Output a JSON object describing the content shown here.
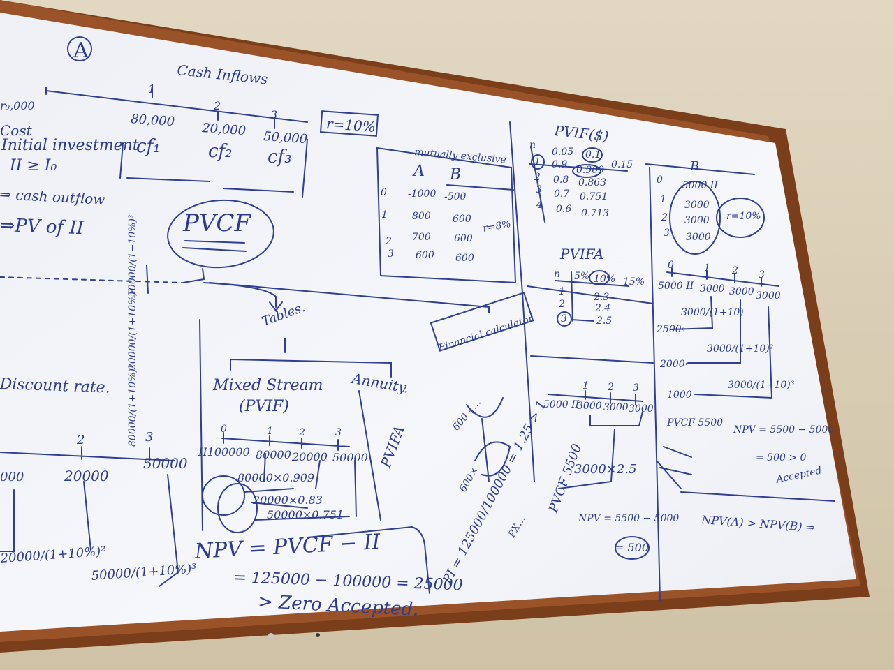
{
  "whiteboard": {
    "left": {
      "circle_label": "A",
      "cash_inflows_title": "Cash Inflows",
      "timeline_ticks": [
        "1",
        "2",
        "3"
      ],
      "cash_values": [
        "80,000",
        "20,000",
        "50,000"
      ],
      "cf_labels": [
        "cf₁",
        "cf₂",
        "cf₃"
      ],
      "rate_box": "r=10%",
      "partial_ii": "r₀,000",
      "cost_label": "Cost",
      "initial_investment": "Initial investment",
      "ii_eq": "II ≥ I₀",
      "cash_outflow": "⇒ cash outflow",
      "pv_of_ii": "⇒PV of II",
      "pvcf": "PVCF",
      "discount_rate": "Discount rate.",
      "vertical_fracs": [
        "50000/(1+10%)³",
        "20000/(1+10%)²",
        "80000/(1+10%)¹"
      ],
      "bottom_ticks": [
        "2",
        "3"
      ],
      "bottom_values": [
        "000",
        "20000",
        "50000"
      ],
      "bottom_frac_1": "20000/(1+10%)²",
      "bottom_frac_2": "50000/(1+10%)³"
    },
    "middle": {
      "tables": "Tables.",
      "mixed_stream": "Mixed Stream",
      "pvif": "(PVIF)",
      "annuity": "Annuity.",
      "pvifa": "PVIFA",
      "timeline_ticks": [
        "0",
        "1",
        "2",
        "3"
      ],
      "timeline_values": [
        "II100000",
        "80000",
        "20000",
        "50000"
      ],
      "calc_lines": [
        "80000×0.909",
        "20000×0.83",
        "50000×0.751"
      ],
      "npv_line": "NPV = PVCF − II",
      "npv_calc": "= 125000 − 100000 = 25000",
      "npv_result": "> Zero  Accepted.",
      "mutually_exclusive": "mutually exclusive",
      "col_headers": [
        "A",
        "B"
      ],
      "rows": [
        {
          "t": "0",
          "a": "-1000",
          "b": "-500"
        },
        {
          "t": "1",
          "a": "800",
          "b": "600"
        },
        {
          "t": "2",
          "a": "700",
          "b": "600"
        },
        {
          "t": "3",
          "a": "600",
          "b": "600"
        }
      ],
      "rate_note": "r=8%",
      "financial_calculator": "Financial calculator",
      "sketch_top": "600 {…",
      "sketch_bottom": "600×",
      "pi_line": "PI = 125000/100000 = 1.25 > 1",
      "pi_note": "PX…"
    },
    "right": {
      "pvif_title": "PVIF($)",
      "pvif_header": [
        "n",
        "0.05",
        "0.1",
        "0.15"
      ],
      "pvif_rows": [
        {
          "n": "1",
          "a": "0.9",
          "b": "0.909"
        },
        {
          "n": "2",
          "a": "0.8",
          "b": "0.863"
        },
        {
          "n": "3",
          "a": "0.7",
          "b": "0.751"
        },
        {
          "n": "4",
          "a": "0.6",
          "b": "0.713"
        }
      ],
      "pvifa_title": "PVIFA",
      "pvifa_header": [
        "n",
        "5%",
        "10%",
        "15%"
      ],
      "pvifa_rows": [
        "2.3",
        "2.4",
        "2.5"
      ],
      "pvifa_n": [
        "1",
        "2",
        "3"
      ],
      "timeline_ticks": [
        "1",
        "2",
        "3"
      ],
      "timeline_values": [
        "5000 II",
        "3000",
        "3000",
        "3000"
      ],
      "pvcf_vertical": "PVCF 5500",
      "pvcf_calc": "3000×2.5",
      "npv_b": "NPV = 5500 − 5000",
      "npv_b_result": "= 500",
      "b_title": "B",
      "b_rows": [
        {
          "t": "0",
          "v": "-5000 II"
        },
        {
          "t": "1",
          "v": "3000"
        },
        {
          "t": "2",
          "v": "3000"
        },
        {
          "t": "3",
          "v": "3000"
        }
      ],
      "b_rate": "r=10%",
      "b_ticks": [
        "0",
        "1",
        "2",
        "3"
      ],
      "b_timeline_values": [
        "5000 II",
        "3000",
        "3000",
        "3000"
      ],
      "b_fracs": [
        "3000/(1+10)",
        "3000/(1+10)²",
        "3000/(1+10)³"
      ],
      "b_partials": [
        "2500←",
        "2000←",
        "1000"
      ],
      "b_pvcf": "PVCF 5500",
      "b_npv": "NPV = 5500 − 5000",
      "b_npv2": "= 500 > 0",
      "b_accepted": "Accepted",
      "compare": "NPV(A) > NPV(B) ⇒"
    }
  }
}
